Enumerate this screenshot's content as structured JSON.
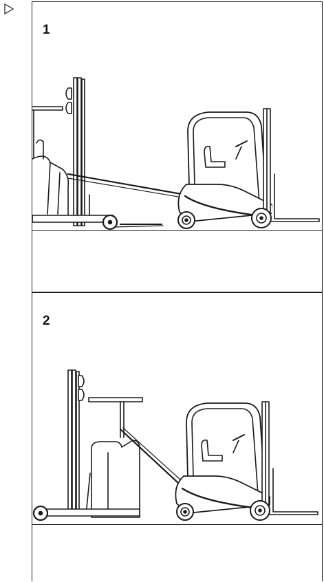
{
  "marker_icon": "triangle-right-icon",
  "panels": [
    {
      "label": "1",
      "illustration": "reach-truck-towing-forklift"
    },
    {
      "label": "2",
      "illustration": "reach-truck-towing-forklift-raised"
    }
  ]
}
